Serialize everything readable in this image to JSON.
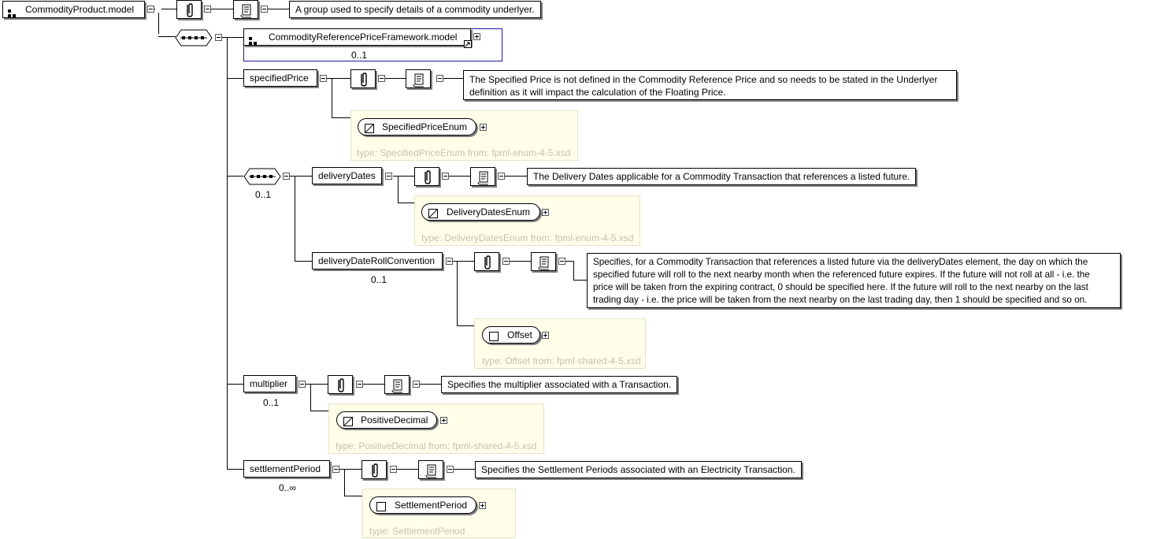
{
  "root": {
    "name": "CommodityProduct.model",
    "documentation": "A group used to specify details of a commodity underlyer."
  },
  "group_ref": {
    "name": "CommodityReferencePriceFramework.model",
    "cardinality": "0..1"
  },
  "specified_price": {
    "name": "specifiedPrice",
    "documentation_lines": [
      "The Specified Price is not defined in the Commodity Reference Price and so needs to be stated in the Underlyer",
      "definition as it will impact the calculation of the Floating Price."
    ],
    "type_name": "SpecifiedPriceEnum",
    "type_footer": "type: SpecifiedPriceEnum from: fpml-enum-4-5.xsd"
  },
  "sequence_cardinality": "0..1",
  "delivery_dates": {
    "name": "deliveryDates",
    "documentation": "The Delivery Dates applicable for a Commodity Transaction that references a listed future.",
    "type_name": "DeliveryDatesEnum",
    "type_footer": "type: DeliveryDatesEnum from: fpml-enum-4-5.xsd"
  },
  "delivery_date_roll_convention": {
    "name": "deliveryDateRollConvention",
    "cardinality": "0..1",
    "documentation_lines": [
      "Specifies, for a Commodity Transaction that references a listed future via the deliveryDates element, the day on which the",
      "specified future will roll to the next nearby month when the referenced future expires. If the future will not roll at all - i.e. the",
      "price will be taken from the expiring contract, 0 should be specified here. If the future will roll to the next nearby on the last",
      "trading day - i.e. the price will be taken from the next nearby on the last trading day, then 1 should be specified and so on."
    ],
    "type_name": "Offset",
    "type_footer": "type: Offset from: fpml-shared-4-5.xsd"
  },
  "multiplier": {
    "name": "multiplier",
    "cardinality": "0..1",
    "documentation": "Specifies the multiplier associated with a Transaction.",
    "type_name": "PositiveDecimal",
    "type_footer": "type: PositiveDecimal from: fpml-shared-4-5.xsd"
  },
  "settlement_period": {
    "name": "settlementPeriod",
    "cardinality": "0..∞",
    "documentation": "Specifies the Settlement Periods associated with an Electricity Transaction.",
    "type_name": "SettlementPeriod",
    "type_footer": "type: SettlementPeriod"
  },
  "icons": {
    "appinfo": "paperclip-icon",
    "documentation": "scroll-icon",
    "group": "group-icon",
    "simple_type": "simple-type-icon",
    "complex_type": "complex-type-icon",
    "sequence": "sequence-compositor-icon",
    "reference": "reference-arrow-icon"
  },
  "colors": {
    "group_ref_border": "#1a1aaa",
    "type_box_bg": "#fefee9",
    "type_footer_text": "#c4c4ae"
  }
}
